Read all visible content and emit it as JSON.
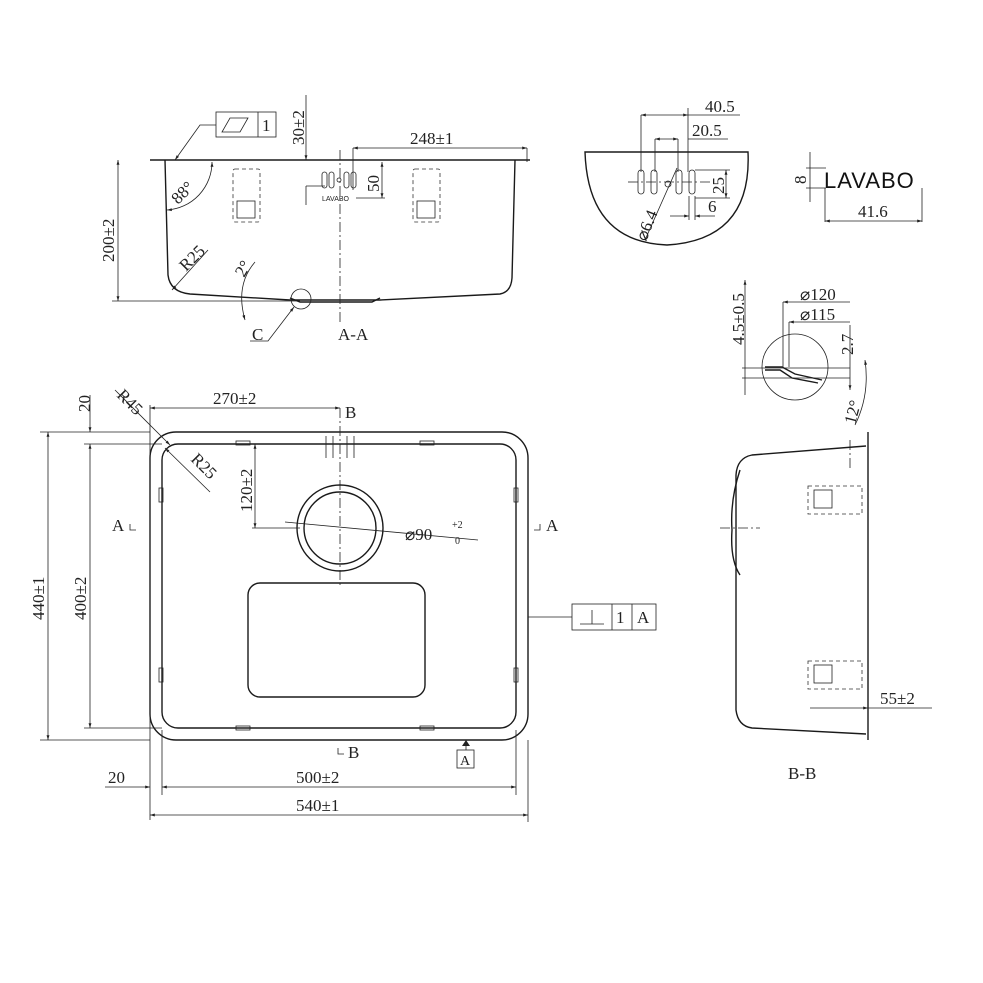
{
  "section_aa": {
    "label": "A-A",
    "flatness_value": "1",
    "dim_height": "200±2",
    "dim_30": "30±2",
    "dim_248": "248±1",
    "dim_50": "50",
    "angle_88": "88°",
    "radius": "R25",
    "angle_2": "2°",
    "detail_ref": "C",
    "logo_small": "LAVABO"
  },
  "logo_detail": {
    "dim_40_5": "40.5",
    "dim_20_5": "20.5",
    "dim_25": "25",
    "dim_6": "6",
    "dim_phi6_4": "⌀6.4",
    "logo_text": "LAVABO",
    "logo_height": "8",
    "logo_width": "41.6"
  },
  "detail_c": {
    "dim_thickness": "4.5±0.5",
    "dim_phi120": "⌀120",
    "dim_phi115": "⌀115",
    "dim_2_7": "2.7",
    "angle_12": "12°"
  },
  "plan_view": {
    "dim_270": "270±2",
    "dim_20_top": "20",
    "radius_outer": "R45",
    "radius_inner": "R25",
    "dim_120": "120±2",
    "drain_dia": "⌀90",
    "drain_tol_upper": "+2",
    "drain_tol_lower": "0",
    "dim_440": "440±1",
    "dim_400": "400±2",
    "dim_20_bottom": "20",
    "dim_500": "500±2",
    "dim_540": "540±1",
    "section_a_left": "A",
    "section_a_right": "A",
    "section_b_top": "B",
    "section_b_bottom": "B",
    "perp_tolerance": "1",
    "perp_datum": "A",
    "datum_label": "A"
  },
  "section_bb": {
    "label": "B-B",
    "dim_55": "55±2"
  }
}
